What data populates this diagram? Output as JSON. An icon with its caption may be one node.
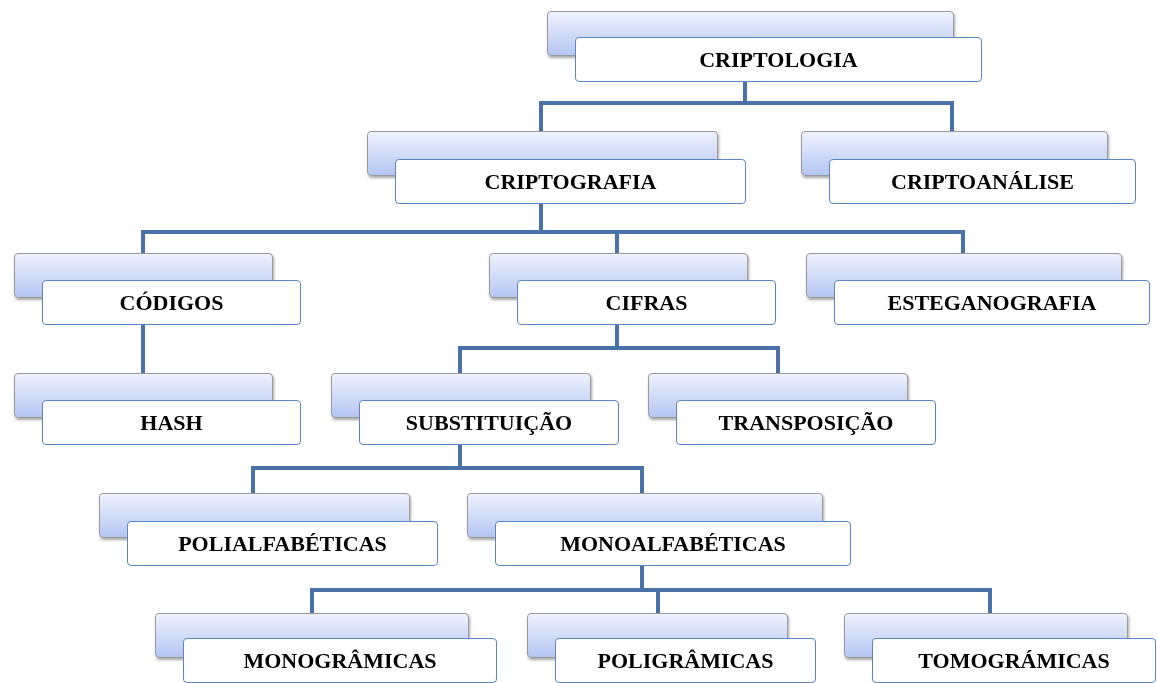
{
  "diagram": {
    "nodes": [
      {
        "text": [
          "CRIPTOLOGIA"
        ]
      },
      {
        "text": [
          "CRIPTOGRAFIA"
        ]
      },
      {
        "text": [
          "CRIPTOANÁLISE"
        ]
      },
      {
        "text": [
          "CÓDIGOS"
        ]
      },
      {
        "text": [
          "CIFRAS"
        ]
      },
      {
        "text": [
          "ESTEGANOGRAFIA"
        ]
      },
      {
        "text": [
          "HASH"
        ]
      },
      {
        "text": [
          "SUBSTITUIÇÃO"
        ]
      },
      {
        "text": [
          "TRANSPOSIÇÃO"
        ]
      },
      {
        "text": [
          "POLIALFABÉTICAS"
        ]
      },
      {
        "text": [
          "MONOALFABÉTICAS"
        ]
      },
      {
        "text": [
          "MONOGRÂMICAS"
        ]
      },
      {
        "text": [
          "POLIGRÂMICAS"
        ]
      },
      {
        "text": [
          "TOMOGRÁMICAS"
        ]
      }
    ],
    "edges": [
      {
        "from": 0,
        "to": 1,
        "arrow": "none"
      },
      {
        "from": 0,
        "to": 2,
        "arrow": "none"
      },
      {
        "from": 1,
        "to": 3,
        "arrow": "none"
      },
      {
        "from": 1,
        "to": 4,
        "arrow": "none"
      },
      {
        "from": 1,
        "to": 5,
        "arrow": "none"
      },
      {
        "from": 3,
        "to": 6,
        "arrow": "none"
      },
      {
        "from": 4,
        "to": 7,
        "arrow": "none"
      },
      {
        "from": 4,
        "to": 8,
        "arrow": "none"
      },
      {
        "from": 7,
        "to": 9,
        "arrow": "none"
      },
      {
        "from": 7,
        "to": 10,
        "arrow": "none"
      },
      {
        "from": 10,
        "to": 11,
        "arrow": "none"
      },
      {
        "from": 10,
        "to": 12,
        "arrow": "none"
      },
      {
        "from": 10,
        "to": 13,
        "arrow": "none"
      }
    ]
  }
}
